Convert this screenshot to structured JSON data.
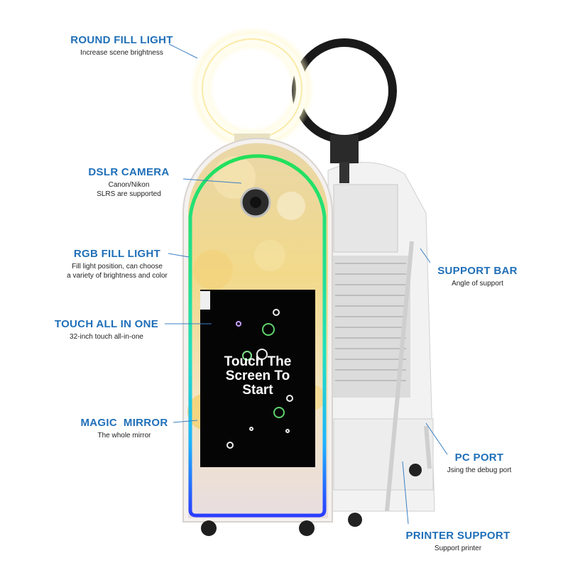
{
  "labels": {
    "round_fill_light": {
      "title": "ROUND FILL LIGHT",
      "sub": "Increase scene brightness"
    },
    "dslr_camera": {
      "title": "DSLR CAMERA",
      "sub1": "Canon/Nikon",
      "sub2": "SLRS are supported"
    },
    "rgb_fill_light": {
      "title": "RGB FILL LIGHT",
      "sub1": "Fill light position, can choose",
      "sub2": "a variety of brightness and color"
    },
    "touch_all_in_one": {
      "title": "TOUCH ALL IN ONE",
      "sub": "32-inch touch all-in-one"
    },
    "magic_mirror": {
      "title": "MAGIC  MIRROR",
      "sub": "The whole mirror"
    },
    "support_bar": {
      "title": "SUPPORT BAR",
      "sub": "Angle of support"
    },
    "pc_port": {
      "title": "PC PORT",
      "sub": "Jsing the debug port"
    },
    "printer_support": {
      "title": "PRINTER SUPPORT",
      "sub": "Support printer"
    }
  },
  "screen": {
    "line1": "Touch The",
    "line2": "Screen To",
    "line3": "Start"
  },
  "colors": {
    "label_blue": "#1f6fb8",
    "ring_light": "#fff6c8",
    "led_green": "#2ee66a",
    "led_blue": "#2a5bff"
  }
}
